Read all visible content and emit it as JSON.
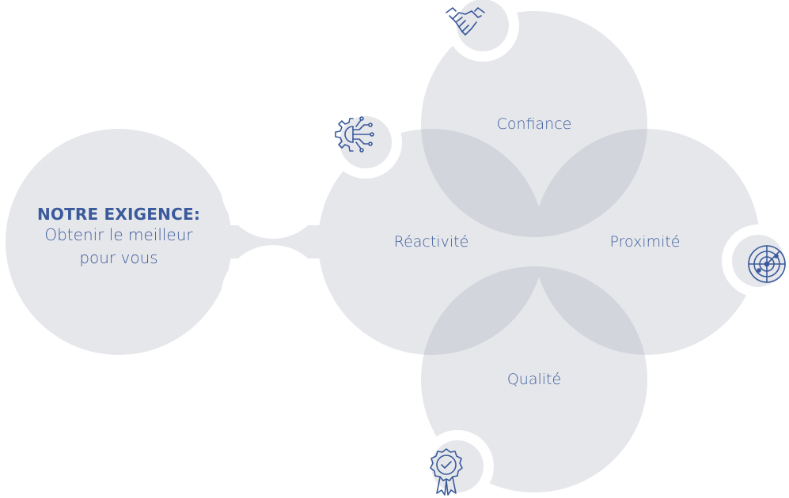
{
  "title": {
    "heading": "NOTRE EXIGENCE:",
    "line1": "Obtenir le meilleur",
    "line2": "pour vous"
  },
  "petals": [
    {
      "label": "Confiance",
      "icon": "handshake-icon"
    },
    {
      "label": "Réactivité",
      "icon": "gear-circuit-icon"
    },
    {
      "label": "Proximité",
      "icon": "radar-icon"
    },
    {
      "label": "Qualité",
      "icon": "award-badge-icon"
    }
  ],
  "colors": {
    "circle": "#e6e7eb",
    "overlap": "#d3d5dc",
    "accent": "#3a5a9b",
    "white": "#ffffff"
  }
}
